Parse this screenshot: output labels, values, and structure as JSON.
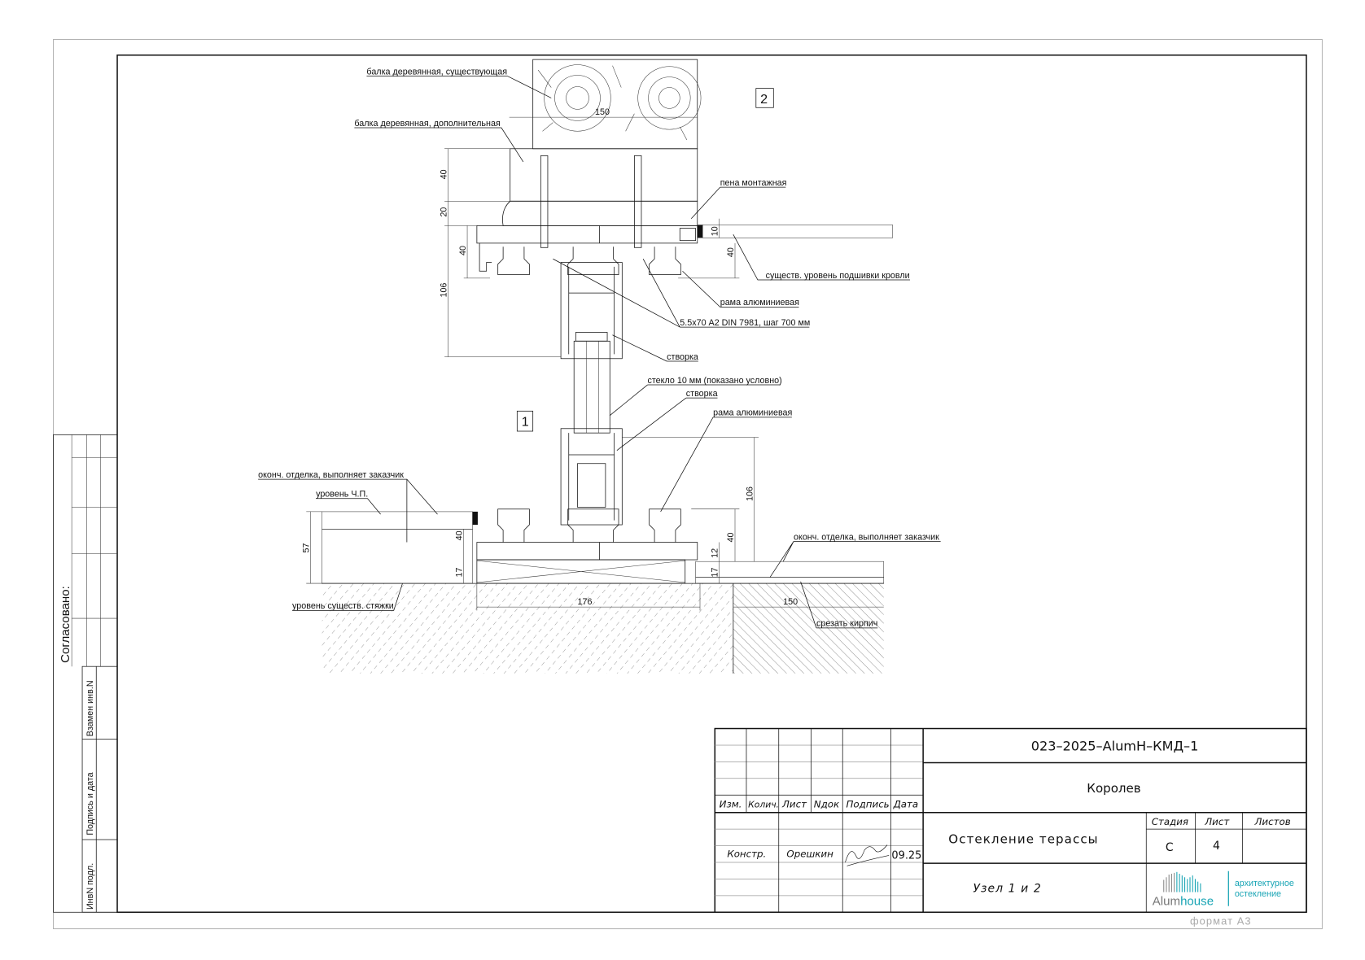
{
  "drawing": {
    "labels": {
      "beam_existing": "балка деревянная, существующая",
      "beam_additional": "балка деревянная, дополнительная",
      "foam": "пена монтажная",
      "soffit_level": "существ. уровень подшивки кровли",
      "frame_top": "рама алюминиевая",
      "screw": "5.5x70 А2 DIN 7981, шаг 700 мм",
      "sash_top": "створка",
      "glass": "стекло 10 мм (показано условно)",
      "sash_bottom": "створка",
      "frame_bottom": "рама алюминиевая",
      "finish_left": "оконч. отделка, выполняет заказчик",
      "floor_level": "уровень Ч.П.",
      "screed_level": "уровень существ. стяжки",
      "finish_right": "оконч. отделка, выполняет заказчик",
      "cut_brick": "срезать кирпич"
    },
    "node_markers": {
      "top": "2",
      "bottom": "1"
    },
    "dimensions": {
      "beam_width": "150",
      "add_beam_h": "40",
      "foam_h": "20",
      "frame_top_h": "40",
      "sash_top_h": "106",
      "soffit_gap": "10",
      "soffit_frame": "40",
      "floor_57": "57",
      "floor_40": "40",
      "floor_17": "17",
      "right_40": "40",
      "right_106": "106",
      "right_12": "12",
      "right_17": "17",
      "base_width": "176",
      "brick_width": "150"
    }
  },
  "side_strip": {
    "agreed": "Согласовано:",
    "replace_inv": "Взамен инв.N",
    "sign_date": "Подпись и дата",
    "inv_orig": "ИнвN подл."
  },
  "title_block": {
    "headers": [
      "Изм.",
      "Колич.",
      "Лист",
      "Nдок",
      "Подпись",
      "Дата"
    ],
    "role": "Констр.",
    "name": "Орешкин",
    "date": "09.25",
    "code": "023–2025–AlumH–КМД–1",
    "location": "Королев",
    "title": "Остекление терассы",
    "stage_label": "Стадия",
    "sheet_label": "Лист",
    "sheets_label": "Листов",
    "stage": "С",
    "sheet": "4",
    "subtitle": "Узел 1 и 2",
    "logo_text_a": "Alum",
    "logo_text_b": "house",
    "logo_tagline_1": "архитектурное",
    "logo_tagline_2": "остекление",
    "brand_color": "#1aa5b5",
    "format": "формат А3"
  }
}
